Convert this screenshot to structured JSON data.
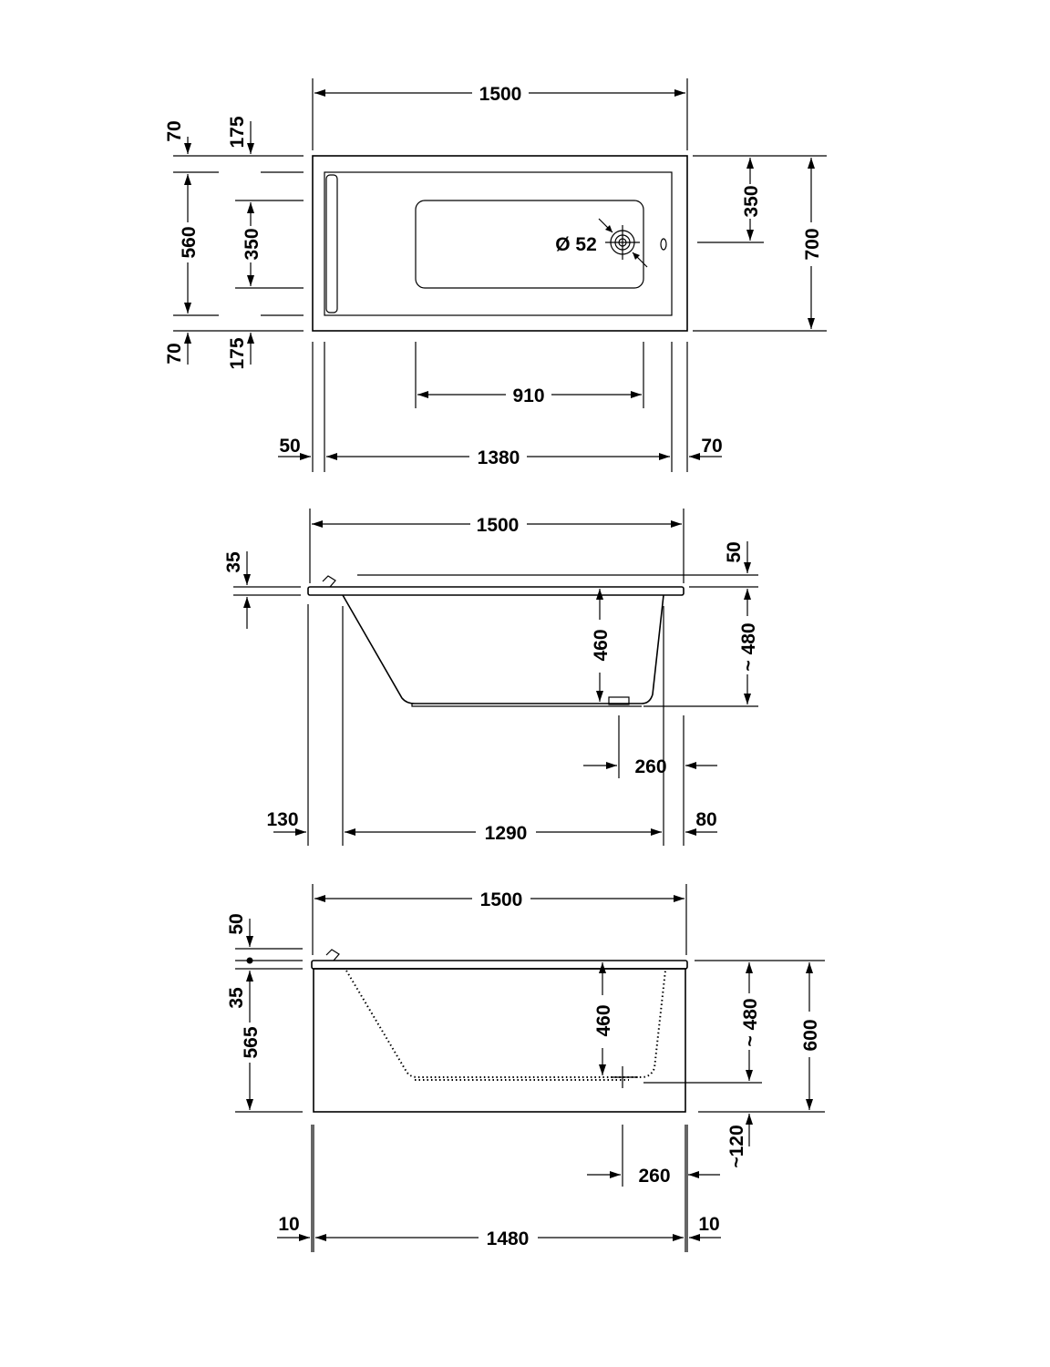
{
  "top_view": {
    "length": "1500",
    "width": "700",
    "inner_length": "1380",
    "basin_length": "910",
    "left_rim": "50",
    "right_rim": "70",
    "drain_diameter": "Ø 52",
    "drain_offset": "350",
    "left_top_edge": "70",
    "left_top_inset": "175",
    "left_middle": "560",
    "left_inner": "350",
    "left_bottom_edge": "70",
    "left_bottom_inset": "175"
  },
  "side_view": {
    "length": "1500",
    "rim_thickness": "35",
    "top_offset": "50",
    "depth": "460",
    "height": "~ 480",
    "drain_from_end": "260",
    "left_overhang": "130",
    "inner_length": "1290",
    "right_overhang": "80"
  },
  "panel_view": {
    "length": "1500",
    "top_gap": "50",
    "rim_thickness": "35",
    "panel_height": "565",
    "depth": "460",
    "height": "~ 480",
    "total_height": "600",
    "feet": "~120",
    "drain_from_end": "260",
    "left_inset": "10",
    "panel_length": "1480",
    "right_inset": "10"
  }
}
